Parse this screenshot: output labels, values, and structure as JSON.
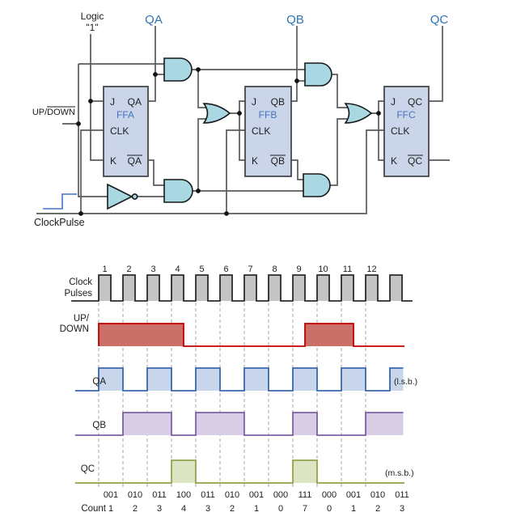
{
  "colors": {
    "wire": "#595959",
    "gate_fill": "#A9D7E2",
    "ff_fill": "#CBD5EA",
    "circuit_blue": "#2E74B5",
    "timing_label_blue": "#4472C4",
    "clock_fill": "#C4C4C4",
    "clock_stroke": "#2B2B2B",
    "dash_gray": "#A6A6A6"
  },
  "circuit": {
    "logic_label_line1": "Logic",
    "logic_label_line2": "\"1\"",
    "updown_label": {
      "up": "UP/",
      "down": "DOWN"
    },
    "clockpulse_label": "ClockPulse",
    "output_terminals": [
      "QA",
      "QB",
      "QC"
    ],
    "flipflops": [
      {
        "name": "FFA",
        "j": "J",
        "q": "QA",
        "clk": "CLK",
        "k": "K",
        "qbar": "QA"
      },
      {
        "name": "FFB",
        "j": "J",
        "q": "QB",
        "clk": "CLK",
        "k": "K",
        "qbar": "QB"
      },
      {
        "name": "FFC",
        "j": "J",
        "q": "QC",
        "clk": "CLK",
        "k": "K",
        "qbar": "QC"
      }
    ]
  },
  "chart_data": {
    "type": "timing",
    "clock": {
      "label_lines": [
        "Clock",
        "Pulses"
      ],
      "pulse_numbers": [
        "1",
        "2",
        "3",
        "4",
        "5",
        "6",
        "7",
        "8",
        "9",
        "10",
        "11",
        "12"
      ],
      "num_pulses": 13,
      "duty_cycle": 0.5,
      "fill": "#C4C4C4",
      "stroke": "#2B2B2B"
    },
    "signals": [
      {
        "name": "UP/DOWN",
        "label_lines": [
          "UP/",
          "DOWN"
        ],
        "label_color": "#4472C4",
        "high_intervals": [
          [
            0,
            3.5
          ],
          [
            8.5,
            10.5
          ]
        ],
        "trace": [
          0,
          12.6
        ],
        "stroke": "#C00000",
        "fill": "#CB7068"
      },
      {
        "name": "QA",
        "label_lines": [
          "QA"
        ],
        "label_color": "#4472C4",
        "note": "(l.s.b.)",
        "high_intervals": [
          [
            0,
            1
          ],
          [
            2,
            3
          ],
          [
            4,
            5
          ],
          [
            6,
            7
          ],
          [
            8,
            9
          ],
          [
            10,
            11
          ],
          [
            12,
            12.55
          ]
        ],
        "trace": [
          -0.97,
          12.55
        ],
        "stroke": "#3767AE",
        "fill": "#C8D5EA"
      },
      {
        "name": "QB",
        "label_lines": [
          "QB"
        ],
        "label_color": "#4472C4",
        "high_intervals": [
          [
            1,
            3
          ],
          [
            4,
            6
          ],
          [
            8,
            9
          ],
          [
            11,
            12.55
          ]
        ],
        "trace": [
          -0.97,
          12.55
        ],
        "stroke": "#7C60A5",
        "fill": "#D7CEE6"
      },
      {
        "name": "QC",
        "label_lines": [
          "QC"
        ],
        "label_color": "#4472C4",
        "note": "(m.s.b.)",
        "high_intervals": [
          [
            3,
            4
          ],
          [
            8,
            9
          ]
        ],
        "trace": [
          -0.97,
          12.6
        ],
        "stroke": "#93A14A",
        "fill": "#DBE5C3"
      }
    ],
    "binary_row": [
      "001",
      "010",
      "011",
      "100",
      "011",
      "010",
      "001",
      "000",
      "111",
      "000",
      "001",
      "010",
      "011"
    ],
    "count_label": "Count",
    "count_row": [
      "1",
      "2",
      "3",
      "4",
      "3",
      "2",
      "1",
      "0",
      "7",
      "0",
      "1",
      "2",
      "3"
    ]
  }
}
